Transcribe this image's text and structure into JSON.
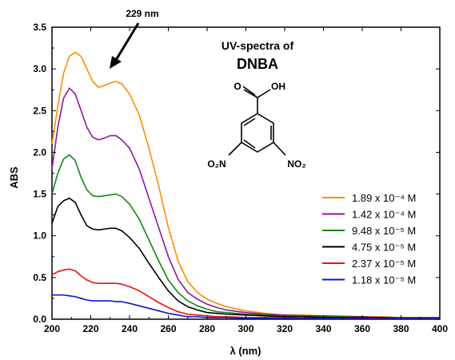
{
  "chart_data": {
    "type": "line",
    "xlabel": "λ (nm)",
    "ylabel": "ABS",
    "xlim": [
      200,
      400
    ],
    "ylim": [
      0,
      3.5
    ],
    "xticks": [
      200,
      220,
      240,
      260,
      280,
      300,
      320,
      340,
      360,
      380,
      400
    ],
    "yticks": [
      0.0,
      0.5,
      1.0,
      1.5,
      2.0,
      2.5,
      3.0,
      3.5
    ],
    "ytick_labels": [
      "0.0",
      "0.5",
      "1.0",
      "1.5",
      "2.0",
      "2.5",
      "3.0",
      "3.5"
    ],
    "grid": false,
    "legend_position": "right",
    "annotations": {
      "peak_label": "229 nm",
      "title_line1": "UV-spectra of",
      "title_line2": "DNBA",
      "molecule_labels": {
        "carbonyl_o": "O",
        "hydroxyl": "OH",
        "nitro_left": "O₂N",
        "nitro_right": "NO₂"
      }
    },
    "series": [
      {
        "name": "1.89 x 10⁻⁴ M",
        "color": "#FF8C00",
        "x": [
          200,
          203,
          206,
          209,
          212,
          215,
          218,
          221,
          224,
          227,
          230,
          233,
          236,
          240,
          245,
          250,
          255,
          260,
          265,
          270,
          275,
          280,
          285,
          290,
          300,
          310,
          320,
          330,
          340,
          350,
          360,
          370,
          380,
          390,
          400
        ],
        "y": [
          2.1,
          2.55,
          2.95,
          3.15,
          3.2,
          3.15,
          3.0,
          2.85,
          2.78,
          2.8,
          2.83,
          2.85,
          2.82,
          2.7,
          2.45,
          2.05,
          1.6,
          1.1,
          0.7,
          0.45,
          0.32,
          0.24,
          0.19,
          0.15,
          0.1,
          0.07,
          0.05,
          0.05,
          0.04,
          0.04,
          0.03,
          0.03,
          0.02,
          0.02,
          0.02
        ]
      },
      {
        "name": "1.42 x 10⁻⁴ M",
        "color": "#8B1A9B",
        "x": [
          200,
          203,
          206,
          209,
          212,
          215,
          218,
          221,
          224,
          227,
          230,
          233,
          236,
          240,
          245,
          250,
          255,
          260,
          265,
          270,
          275,
          280,
          285,
          290,
          300,
          310,
          320,
          330,
          340,
          350,
          360,
          370,
          380,
          390,
          400
        ],
        "y": [
          1.8,
          2.3,
          2.65,
          2.77,
          2.7,
          2.5,
          2.3,
          2.18,
          2.15,
          2.17,
          2.2,
          2.2,
          2.15,
          2.05,
          1.8,
          1.45,
          1.1,
          0.75,
          0.48,
          0.32,
          0.24,
          0.18,
          0.14,
          0.11,
          0.08,
          0.06,
          0.05,
          0.04,
          0.04,
          0.03,
          0.03,
          0.02,
          0.02,
          0.02,
          0.02
        ]
      },
      {
        "name": "9.48 x 10⁻⁵ M",
        "color": "#118811",
        "x": [
          200,
          203,
          206,
          209,
          212,
          215,
          218,
          221,
          224,
          227,
          230,
          233,
          236,
          240,
          245,
          250,
          255,
          260,
          265,
          270,
          275,
          280,
          285,
          290,
          300,
          310,
          320,
          330,
          340,
          350,
          360,
          370,
          380,
          390,
          400
        ],
        "y": [
          1.5,
          1.75,
          1.92,
          1.97,
          1.9,
          1.7,
          1.55,
          1.48,
          1.47,
          1.48,
          1.49,
          1.5,
          1.47,
          1.38,
          1.2,
          0.95,
          0.7,
          0.47,
          0.32,
          0.22,
          0.16,
          0.12,
          0.09,
          0.08,
          0.06,
          0.05,
          0.04,
          0.03,
          0.03,
          0.03,
          0.02,
          0.02,
          0.02,
          0.02,
          0.01
        ]
      },
      {
        "name": "4.75 x 10⁻⁵ M",
        "color": "#000000",
        "x": [
          200,
          203,
          206,
          209,
          212,
          215,
          218,
          221,
          224,
          227,
          230,
          233,
          236,
          240,
          245,
          250,
          255,
          260,
          265,
          270,
          275,
          280,
          285,
          290,
          300,
          310,
          320,
          330,
          340,
          350,
          360,
          370,
          380,
          390,
          400
        ],
        "y": [
          1.15,
          1.35,
          1.42,
          1.45,
          1.4,
          1.25,
          1.12,
          1.08,
          1.07,
          1.08,
          1.09,
          1.09,
          1.06,
          0.98,
          0.85,
          0.67,
          0.5,
          0.34,
          0.22,
          0.15,
          0.11,
          0.08,
          0.07,
          0.06,
          0.05,
          0.04,
          0.03,
          0.03,
          0.02,
          0.02,
          0.02,
          0.02,
          0.01,
          0.01,
          0.01
        ]
      },
      {
        "name": "2.37 x 10⁻⁵ M",
        "color": "#EE1111",
        "x": [
          200,
          203,
          206,
          209,
          212,
          215,
          218,
          221,
          224,
          227,
          230,
          233,
          236,
          240,
          245,
          250,
          255,
          260,
          265,
          270,
          275,
          280,
          285,
          290,
          300,
          310,
          320,
          330,
          340,
          350,
          360,
          370,
          380,
          390,
          400
        ],
        "y": [
          0.53,
          0.57,
          0.59,
          0.6,
          0.58,
          0.52,
          0.47,
          0.44,
          0.43,
          0.43,
          0.43,
          0.43,
          0.42,
          0.39,
          0.34,
          0.27,
          0.2,
          0.14,
          0.09,
          0.06,
          0.05,
          0.04,
          0.03,
          0.03,
          0.02,
          0.02,
          0.02,
          0.01,
          0.01,
          0.01,
          0.01,
          0.01,
          0.01,
          0.01,
          0.01
        ]
      },
      {
        "name": "1.18 x 10⁻⁵ M",
        "color": "#1111DD",
        "x": [
          200,
          203,
          206,
          209,
          212,
          215,
          218,
          221,
          224,
          227,
          230,
          233,
          236,
          240,
          245,
          250,
          255,
          260,
          265,
          270,
          275,
          280,
          285,
          290,
          300,
          310,
          320,
          330,
          340,
          350,
          360,
          370,
          380,
          390,
          400
        ],
        "y": [
          0.29,
          0.29,
          0.29,
          0.28,
          0.27,
          0.25,
          0.23,
          0.22,
          0.22,
          0.22,
          0.22,
          0.21,
          0.21,
          0.19,
          0.16,
          0.13,
          0.1,
          0.07,
          0.05,
          0.03,
          0.03,
          0.02,
          0.02,
          0.02,
          0.01,
          0.01,
          0.01,
          0.01,
          0.01,
          0.01,
          0.01,
          0.01,
          0.01,
          0.01,
          0.01
        ]
      }
    ]
  }
}
